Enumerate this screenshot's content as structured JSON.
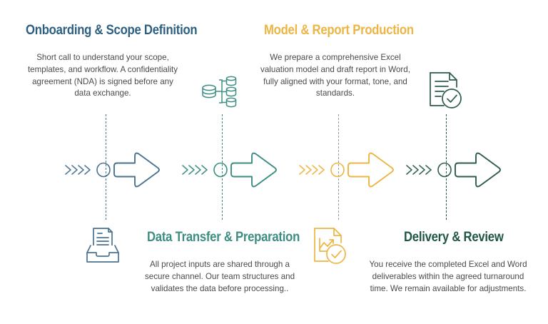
{
  "palette": {
    "navy": "#2c5f80",
    "amber": "#edb543",
    "teal": "#3d8d83",
    "forest": "#1e5641",
    "arrow_blue": "#4a7390",
    "arrow_teal": "#3d8d83",
    "arrow_amber": "#edb543",
    "arrow_dark": "#2d5c4c",
    "body_gray": "#4a4a4a",
    "background": "#ffffff"
  },
  "steps": [
    {
      "id": "onboarding",
      "heading": "Onboarding & Scope Definition",
      "body": "Short call to understand your scope, templates, and workflow. A confidentiality agreement (NDA) is signed before any data exchange.",
      "heading_color": "#2c5f80",
      "position": "top",
      "arrow_color": "#4a7390",
      "icon": "inbox-tray-icon"
    },
    {
      "id": "data-transfer",
      "heading": "Data Transfer & Preparation",
      "body": "All project inputs are shared through a secure channel. Our team structures and validates the data before processing..",
      "heading_color": "#3d8d83",
      "position": "bottom",
      "arrow_color": "#3d8d83",
      "icon": "database-icon"
    },
    {
      "id": "model-report",
      "heading": "Model & Report Production",
      "body": "We prepare a comprehensive Excel valuation model and draft report in Word, fully aligned with your format, tone, and standards.",
      "heading_color": "#edb543",
      "position": "top",
      "arrow_color": "#edb543",
      "icon": "chart-document-check-icon"
    },
    {
      "id": "delivery-review",
      "heading": "Delivery & Review",
      "body": "You receive the completed Excel and Word deliverables within the agreed turnaround time. We remain available for adjustments.",
      "heading_color": "#1e5641",
      "position": "bottom",
      "arrow_color": "#2d5c4c",
      "icon": "document-check-icon"
    }
  ],
  "icons": {
    "database": "database-icon",
    "document_check": "document-check-icon",
    "inbox_tray": "inbox-tray-icon",
    "chart_document_check": "chart-document-check-icon"
  }
}
